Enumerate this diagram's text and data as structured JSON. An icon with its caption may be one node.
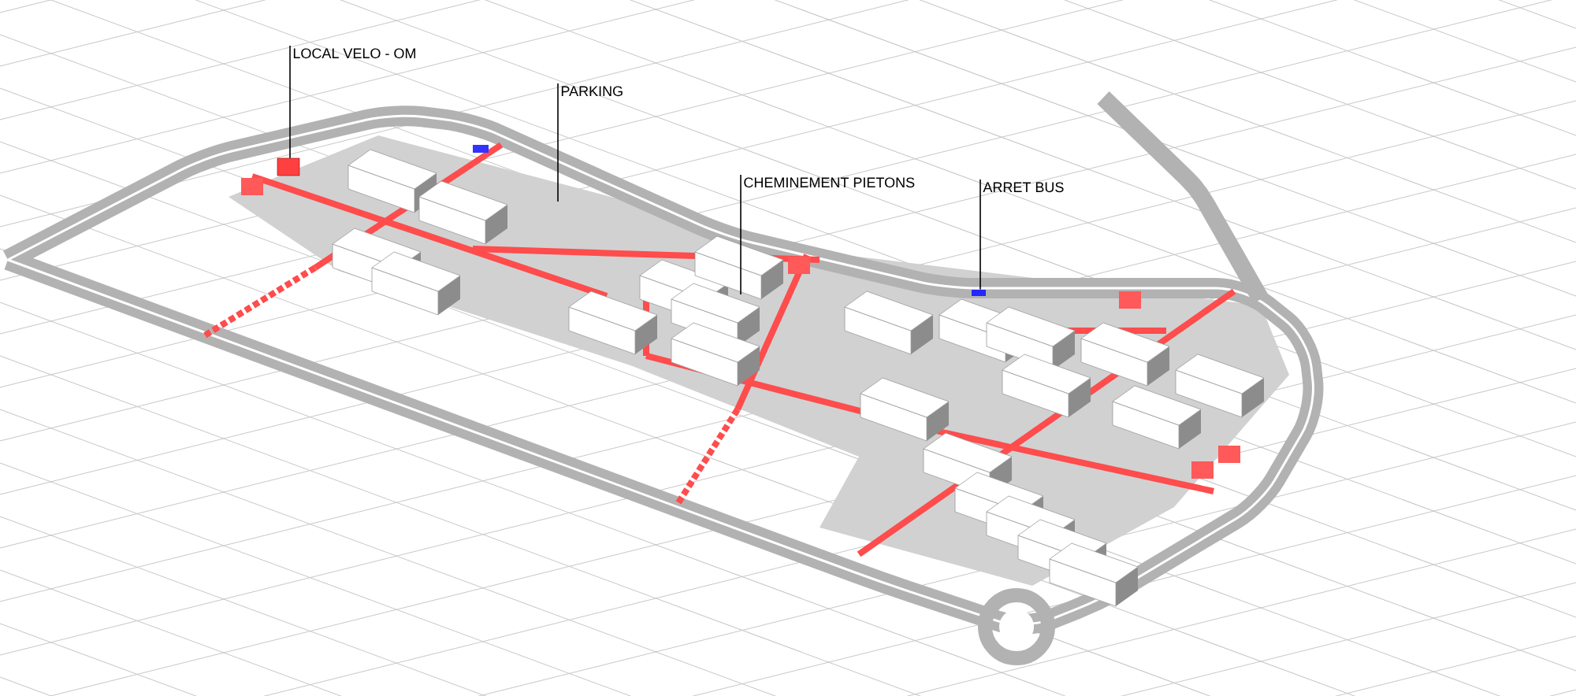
{
  "diagram": {
    "nodes": [
      {
        "text": [
          "LOCAL VELO - OM"
        ]
      },
      {
        "text": [
          "PARKING"
        ]
      },
      {
        "text": [
          "CHEMINEMENT PIETONS"
        ]
      },
      {
        "text": [
          "ARRET BUS"
        ]
      },
      {
        "text": [],
        "shape": "box"
      },
      {
        "text": [],
        "shape": "box"
      }
    ],
    "edges": [
      {
        "from": 0,
        "to": 4,
        "arrow": "none"
      },
      {
        "from": 1,
        "to": null,
        "arrow": "none"
      },
      {
        "from": 2,
        "to": null,
        "arrow": "none"
      },
      {
        "from": 3,
        "to": 5,
        "arrow": "none"
      }
    ]
  }
}
